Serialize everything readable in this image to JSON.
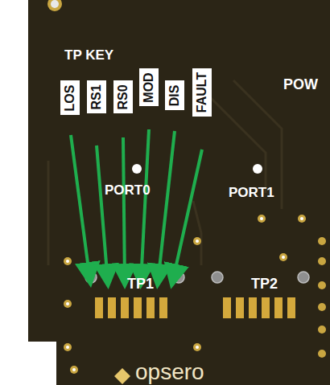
{
  "diagram": {
    "nodes": [
      {
        "text": [
          "LOS"
        ]
      },
      {
        "text": [
          "RS1"
        ]
      },
      {
        "text": [
          "RS0"
        ]
      },
      {
        "text": [
          "MOD"
        ]
      },
      {
        "text": [
          "DIS"
        ]
      },
      {
        "text": [
          "FAULT"
        ]
      }
    ],
    "labels": [
      "TP KEY",
      "POW",
      "PORT0",
      "PORT1",
      "TP1",
      "TP2",
      "opsero"
    ]
  }
}
